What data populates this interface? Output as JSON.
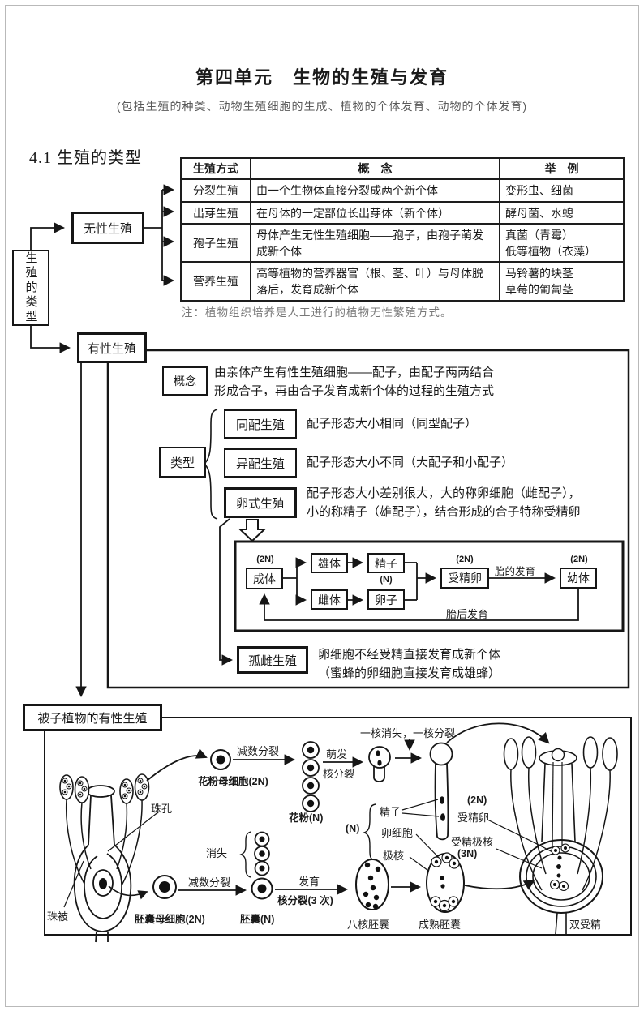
{
  "page": {
    "title": "第四单元　生物的生殖与发育",
    "subtitle": "(包括生殖的种类、动物生殖细胞的生成、植物的个体发育、动物的个体发育)",
    "section_heading": "4.1 生殖的类型"
  },
  "tree": {
    "root": "生殖的类型",
    "asexual": "无性生殖",
    "sexual": "有性生殖"
  },
  "table": {
    "headers": [
      "生殖方式",
      "概　念",
      "举　例"
    ],
    "rows": [
      {
        "method": "分裂生殖",
        "concept": "由一个生物体直接分裂成两个新个体",
        "examples": [
          "变形虫、细菌"
        ]
      },
      {
        "method": "出芽生殖",
        "concept": "在母体的一定部位长出芽体（新个体）",
        "examples": [
          "酵母菌、水螅"
        ]
      },
      {
        "method": "孢子生殖",
        "concept": "母体产生无性生殖细胞——孢子，由孢子萌发成新个体",
        "examples": [
          "真菌（青霉）",
          "低等植物（衣藻）"
        ]
      },
      {
        "method": "营养生殖",
        "concept": "高等植物的营养器官（根、茎、叶）与母体脱落后，发育成新个体",
        "examples": [
          "马铃薯的块茎",
          "草莓的匍匐茎"
        ]
      }
    ],
    "note": "注：植物组织培养是人工进行的植物无性繁殖方式。"
  },
  "sexual_section": {
    "concept_label": "概念",
    "concept_line1": "由亲体产生有性生殖细胞——配子，由配子两两结合",
    "concept_line2": "形成合子，再由合子发育成新个体的过程的生殖方式",
    "type_label": "类型",
    "types": [
      {
        "name": "同配生殖",
        "desc": "配子形态大小相同（同型配子）"
      },
      {
        "name": "异配生殖",
        "desc": "配子形态大小不同（大配子和小配子）"
      },
      {
        "name": "卵式生殖",
        "desc_line1": "配子形态大小差别很大，大的称卵细胞（雌配子），",
        "desc_line2": "小的称精子（雄配子），结合形成的合子特称受精卵"
      }
    ],
    "flowchart": {
      "adult": "成体",
      "adult_ploidy": "(2N)",
      "male": "雄体",
      "female": "雌体",
      "sperm": "精子",
      "egg": "卵子",
      "gamete_ploidy": "(N)",
      "zygote": "受精卵",
      "zygote_ploidy": "(2N)",
      "embryo_dev": "胎的发育",
      "juvenile": "幼体",
      "juvenile_ploidy": "(2N)",
      "post_embryo_dev": "胎后发育"
    },
    "parthenogenesis": {
      "label": "孤雌生殖",
      "desc_line1": "卵细胞不经受精直接发育成新个体",
      "desc_line2": "（蜜蜂的卵细胞直接发育成雄蜂）"
    }
  },
  "angiosperm": {
    "title": "被子植物的有性生殖",
    "labels": {
      "micropyle": "珠孔",
      "integument": "珠被",
      "pollen_mother": "花粉母细胞(2N)",
      "meiosis_top": "减数分裂",
      "pollen": "花粉(N)",
      "germination": "萌发",
      "nuclear_division": "核分裂",
      "one_lost": "一核消失，一核分裂",
      "sperm": "精子",
      "n_label": "(N)",
      "egg_cell": "卵细胞",
      "polar_nuclei": "极核",
      "zygote_ploidy": "(2N)",
      "zygote": "受精卵",
      "fert_polar": "受精极核",
      "fert_polar_ploidy": "(3N)",
      "embryo_sac_mother": "胚囊母细胞(2N)",
      "meiosis_bottom": "减数分裂",
      "disappear": "消失",
      "embryo_sac": "胚囊(N)",
      "develop": "发育",
      "nuclear_div3": "核分裂(3 次)",
      "eight_nuclei": "八核胚囊",
      "mature_sac": "成熟胚囊",
      "double_fert": "双受精"
    }
  },
  "colors": {
    "ink": "#1a1a1a",
    "frame": "#b9b9b9"
  }
}
